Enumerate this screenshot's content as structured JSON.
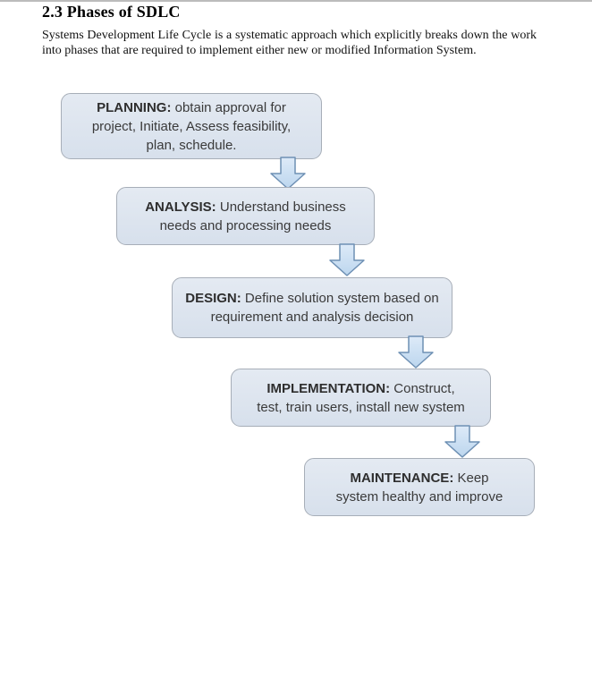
{
  "document": {
    "heading": "2.3 Phases of SDLC",
    "paragraph": "Systems Development Life Cycle is a systematic approach which explicitly breaks down the work into phases that are required to implement either new or modified Information System."
  },
  "diagram": {
    "box_fill_top": "#e4eaf2",
    "box_fill_bottom": "#d7e0ec",
    "box_border": "#a7aeb8",
    "arrow_fill_top": "#ddeaf8",
    "arrow_fill_bottom": "#bcd6ee",
    "arrow_border": "#6e90b4",
    "text_color": "#3a3a3a"
  },
  "phases": [
    {
      "name": "planning",
      "label": "PLANNING:",
      "text": " obtain approval for project, Initiate, Assess feasibility, plan, schedule."
    },
    {
      "name": "analysis",
      "label": "ANALYSIS:",
      "text": " Understand business needs and processing needs"
    },
    {
      "name": "design",
      "label": "DESIGN:",
      "text": " Define solution system based on requirement and analysis decision"
    },
    {
      "name": "implementation",
      "label": "IMPLEMENTATION:",
      "text": " Construct, test, train users, install new system"
    },
    {
      "name": "maintenance",
      "label": "MAINTENANCE:",
      "text": " Keep system healthy and improve"
    }
  ]
}
